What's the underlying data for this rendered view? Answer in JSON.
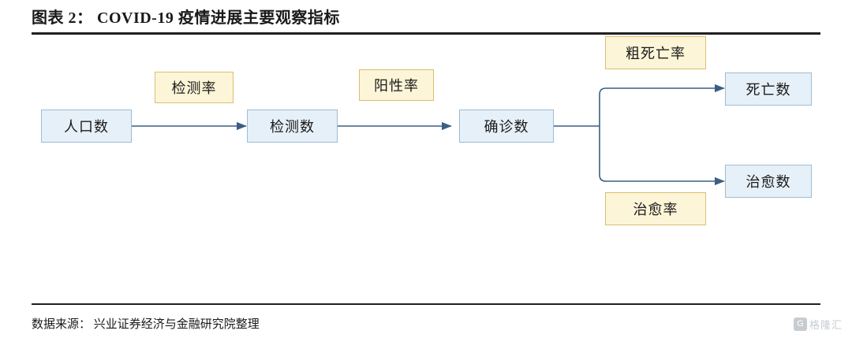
{
  "header": {
    "title": "图表 2： COVID-19 疫情进展主要观察指标"
  },
  "footer": {
    "source": "数据来源： 兴业证券经济与金融研究院整理"
  },
  "watermark": {
    "badge": "G",
    "text": "格隆汇"
  },
  "chart_data": {
    "type": "diagram",
    "title": "图表 2： COVID-19 疫情进展主要观察指标",
    "nodes": [
      {
        "id": "population",
        "label": "人口数",
        "style": "blue"
      },
      {
        "id": "tested",
        "label": "检测数",
        "style": "blue"
      },
      {
        "id": "confirmed",
        "label": "确诊数",
        "style": "blue"
      },
      {
        "id": "deaths",
        "label": "死亡数",
        "style": "blue"
      },
      {
        "id": "recovered",
        "label": "治愈数",
        "style": "blue"
      },
      {
        "id": "test_rate",
        "label": "检测率",
        "style": "yellow"
      },
      {
        "id": "positive_rate",
        "label": "阳性率",
        "style": "yellow"
      },
      {
        "id": "cfr",
        "label": "粗死亡率",
        "style": "yellow"
      },
      {
        "id": "cure_rate",
        "label": "治愈率",
        "style": "yellow"
      }
    ],
    "edges": [
      {
        "from": "population",
        "to": "tested",
        "label": "检测率"
      },
      {
        "from": "tested",
        "to": "confirmed",
        "label": "阳性率"
      },
      {
        "from": "confirmed",
        "to": "deaths",
        "label": "粗死亡率"
      },
      {
        "from": "confirmed",
        "to": "recovered",
        "label": "治愈率"
      }
    ],
    "colors": {
      "node_blue_fill": "#e6f0f8",
      "node_blue_border": "#9dbcd4",
      "node_yellow_fill": "#fdf5d8",
      "node_yellow_border": "#d9bf6f",
      "connector": "#3b5f84",
      "rule": "#1f1f1f"
    }
  }
}
